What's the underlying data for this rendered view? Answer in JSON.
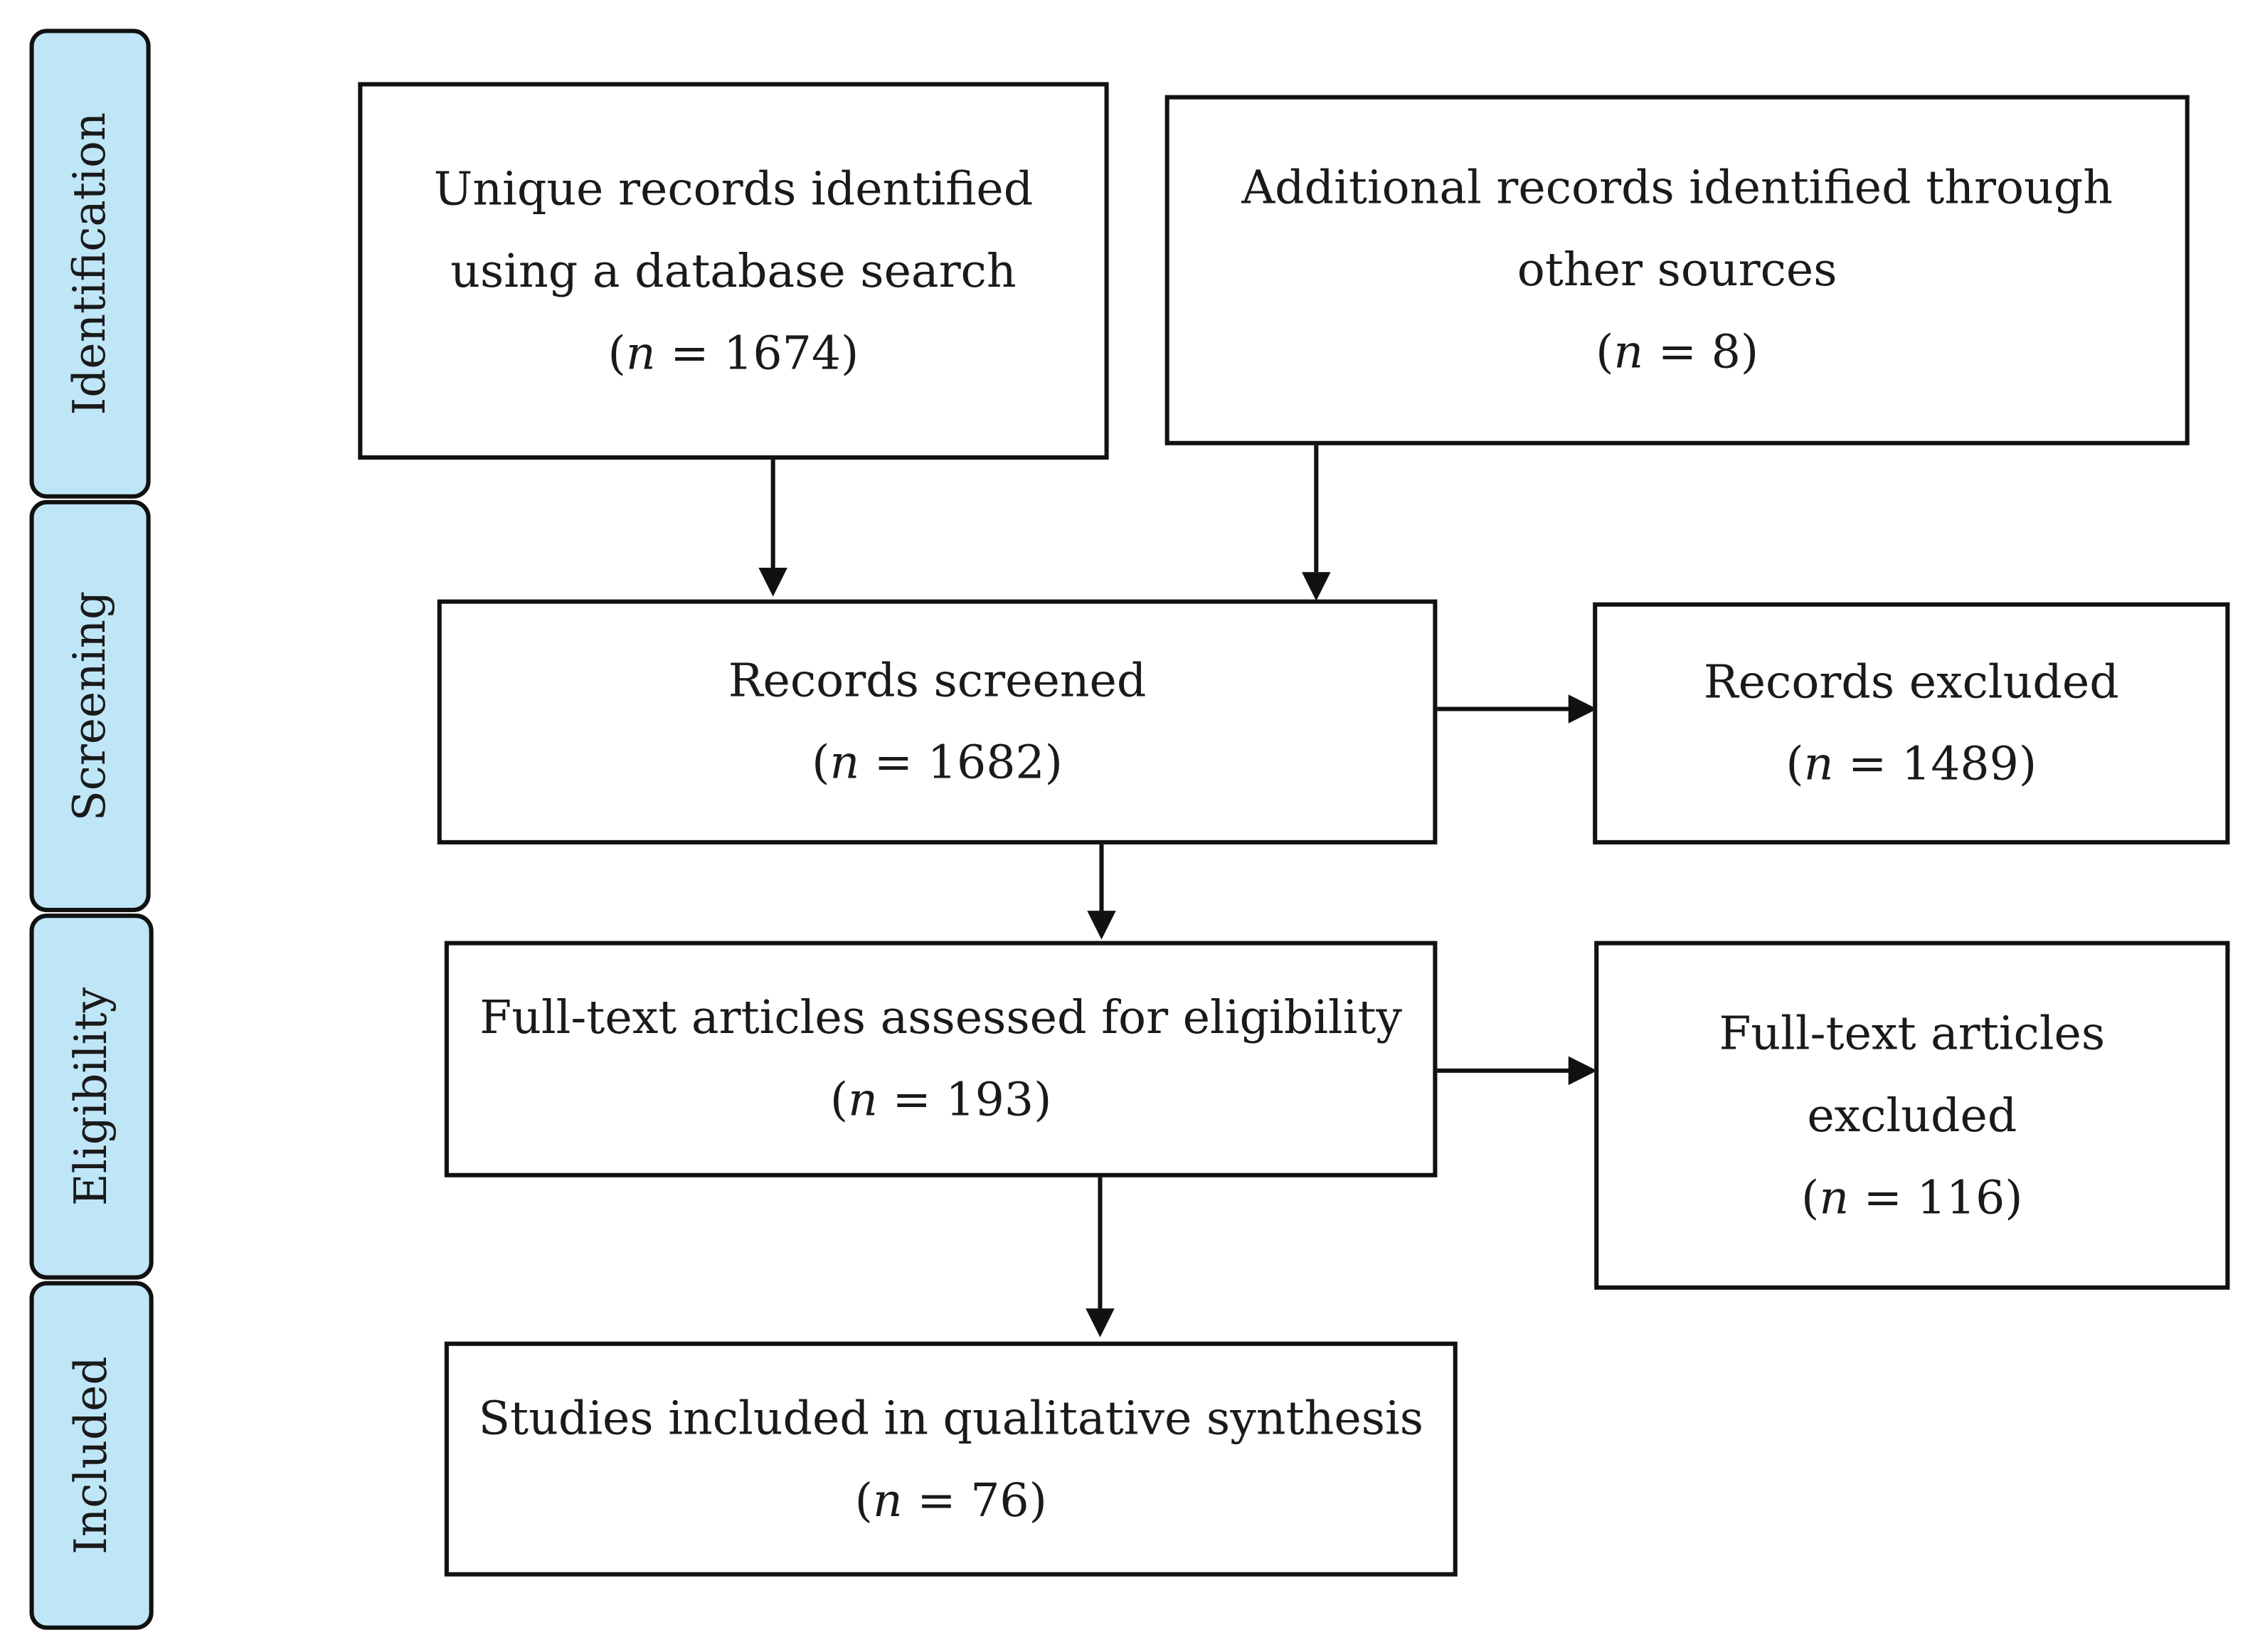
{
  "phases": [
    {
      "id": "identification",
      "label": "Identification"
    },
    {
      "id": "screening",
      "label": "Screening"
    },
    {
      "id": "eligibility",
      "label": "Eligibility"
    },
    {
      "id": "included",
      "label": "Included"
    }
  ],
  "boxes": {
    "database": {
      "lines": [
        "Unique records identified",
        "using a database search"
      ],
      "n": "1674"
    },
    "other": {
      "lines": [
        "Additional records identified through",
        "other sources"
      ],
      "n": "8"
    },
    "screened": {
      "lines": [
        "Records screened"
      ],
      "n": "1682"
    },
    "screen_excluded": {
      "lines": [
        "Records excluded"
      ],
      "n": "1489"
    },
    "fulltext": {
      "lines": [
        "Full-text articles assessed for eligibility"
      ],
      "n": "193"
    },
    "fulltext_excluded": {
      "lines": [
        "Full-text articles",
        "excluded"
      ],
      "n": "116"
    },
    "included": {
      "lines": [
        "Studies included in qualitative synthesis"
      ],
      "n": "76"
    }
  },
  "count_prefix": "n",
  "count_equals": " = "
}
